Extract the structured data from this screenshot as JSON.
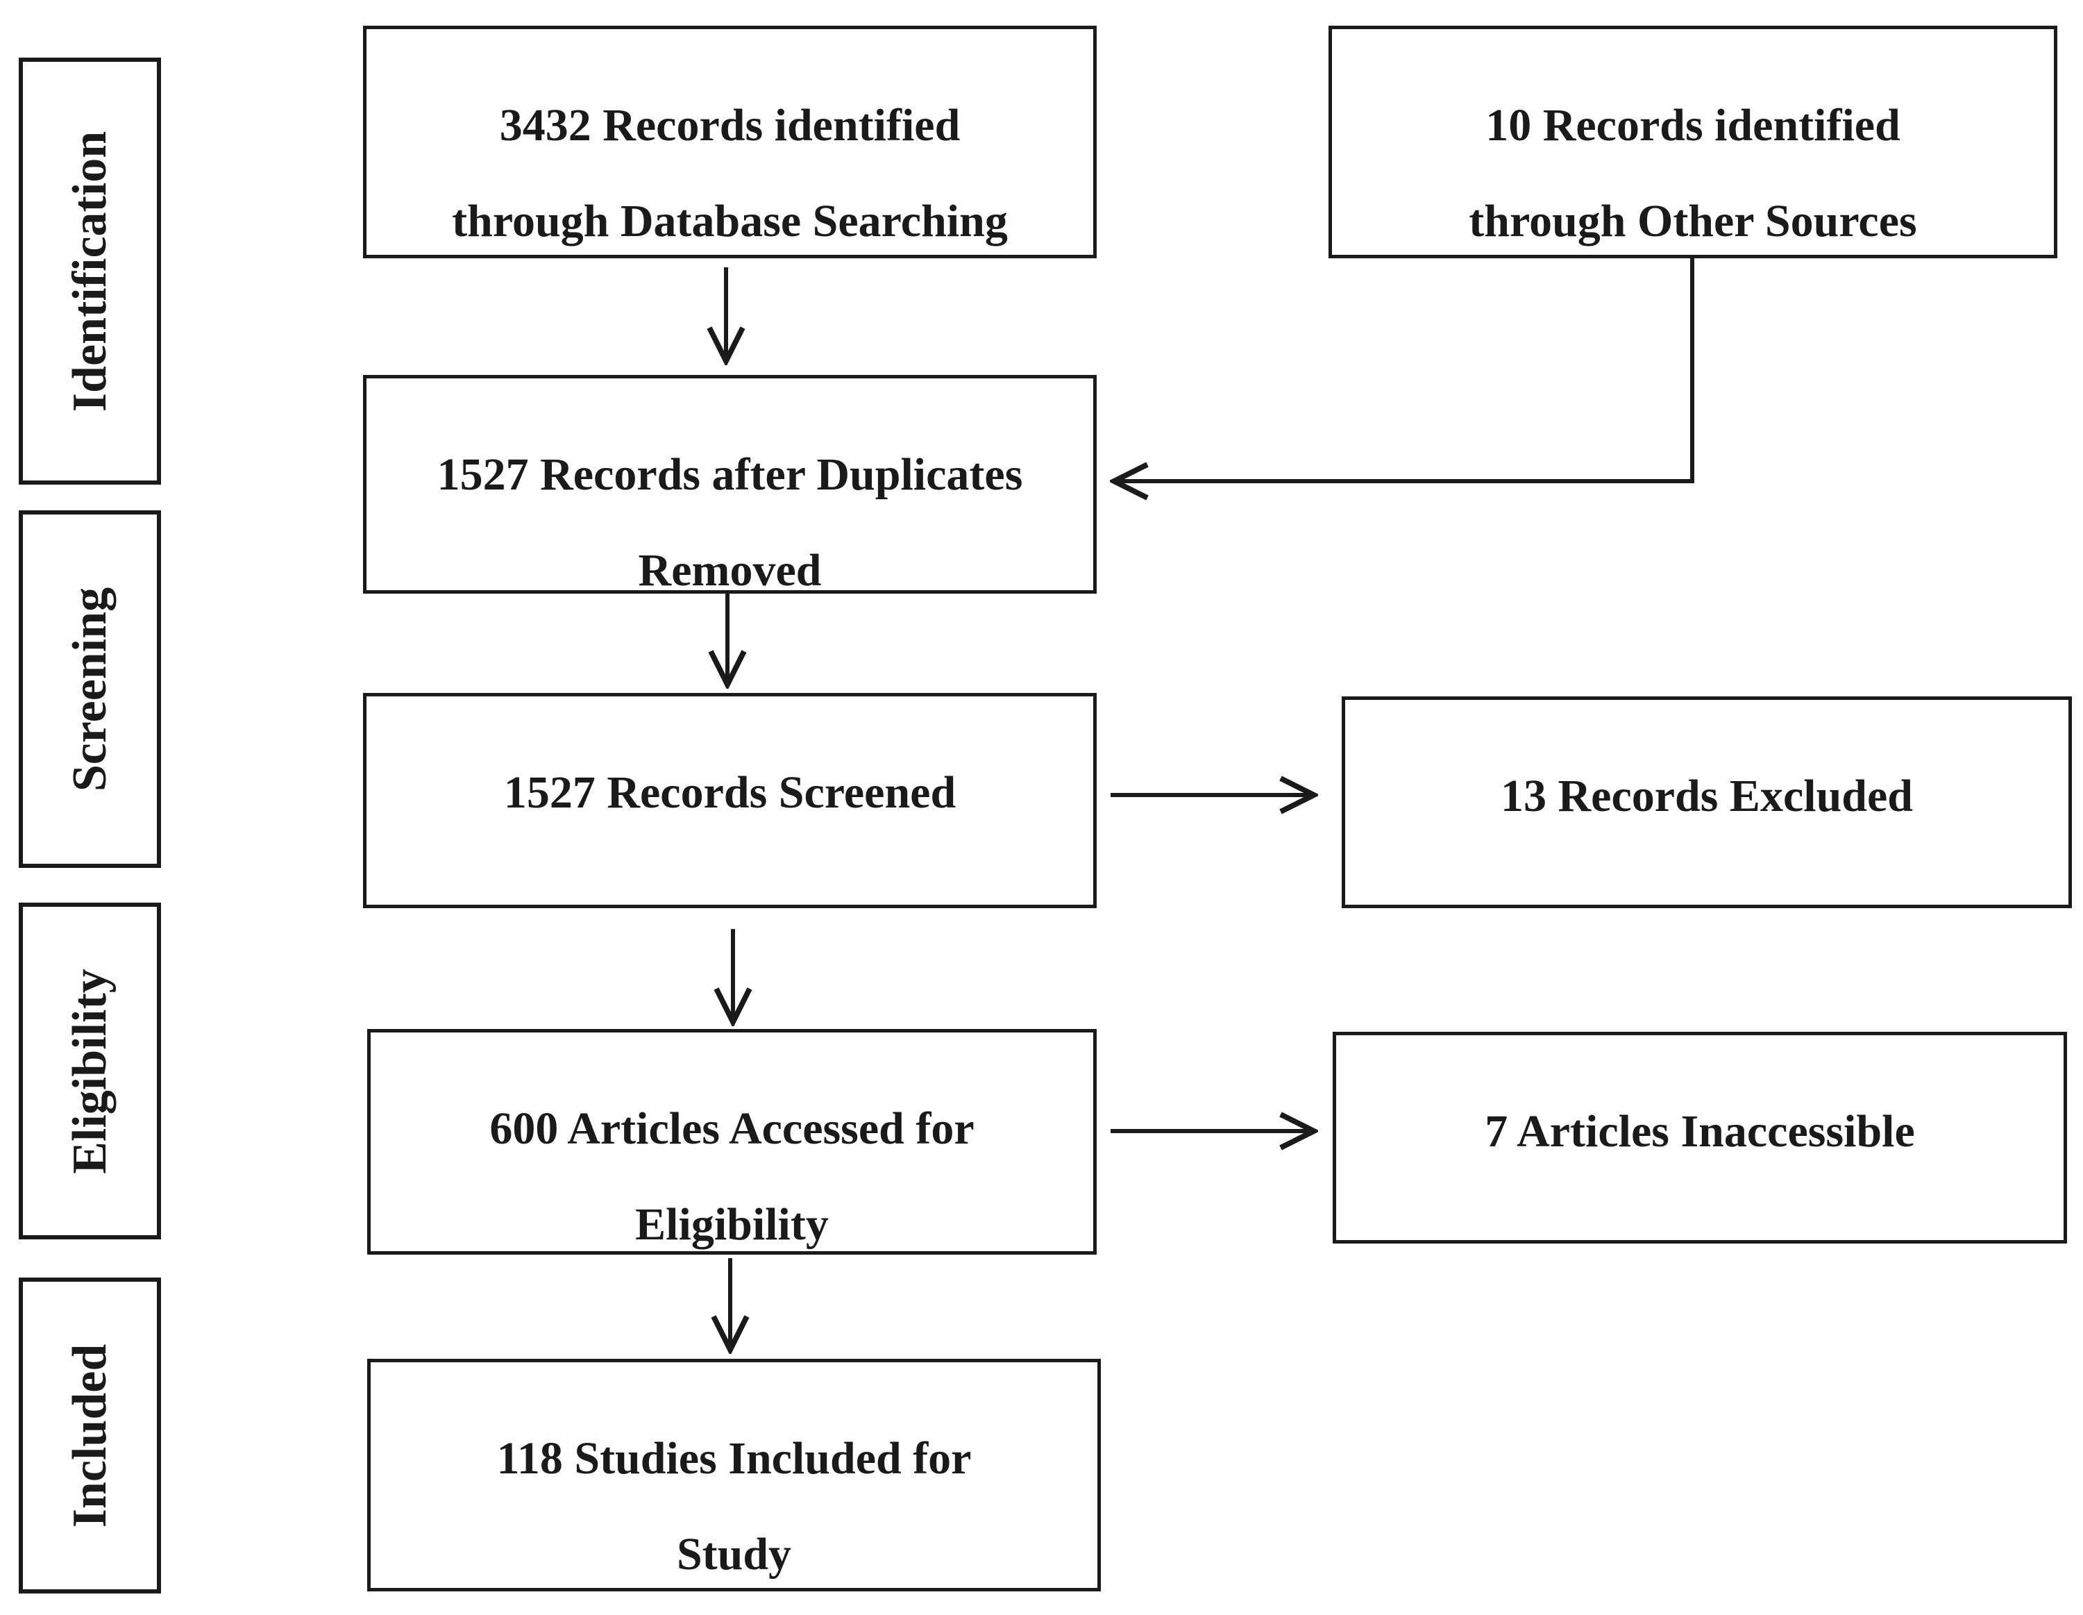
{
  "phases": {
    "identification": "Identification",
    "screening": "Screening",
    "eligibility": "Eligibility",
    "included": "Included"
  },
  "boxes": {
    "database_search": [
      "3432 Records identified",
      "through Database Searching"
    ],
    "other_sources": [
      "10 Records identified",
      "through Other Sources"
    ],
    "after_duplicates": [
      "1527 Records after Duplicates",
      "Removed"
    ],
    "screened": [
      "1527 Records Screened"
    ],
    "excluded": [
      "13 Records Excluded"
    ],
    "assessed": [
      "600 Articles Accessed for",
      "Eligibility"
    ],
    "inaccessible": [
      "7 Articles Inaccessible"
    ],
    "included": [
      "118 Studies Included for",
      "Study"
    ]
  },
  "colors": {
    "line": "#1a1a1a",
    "background": "#ffffff"
  }
}
